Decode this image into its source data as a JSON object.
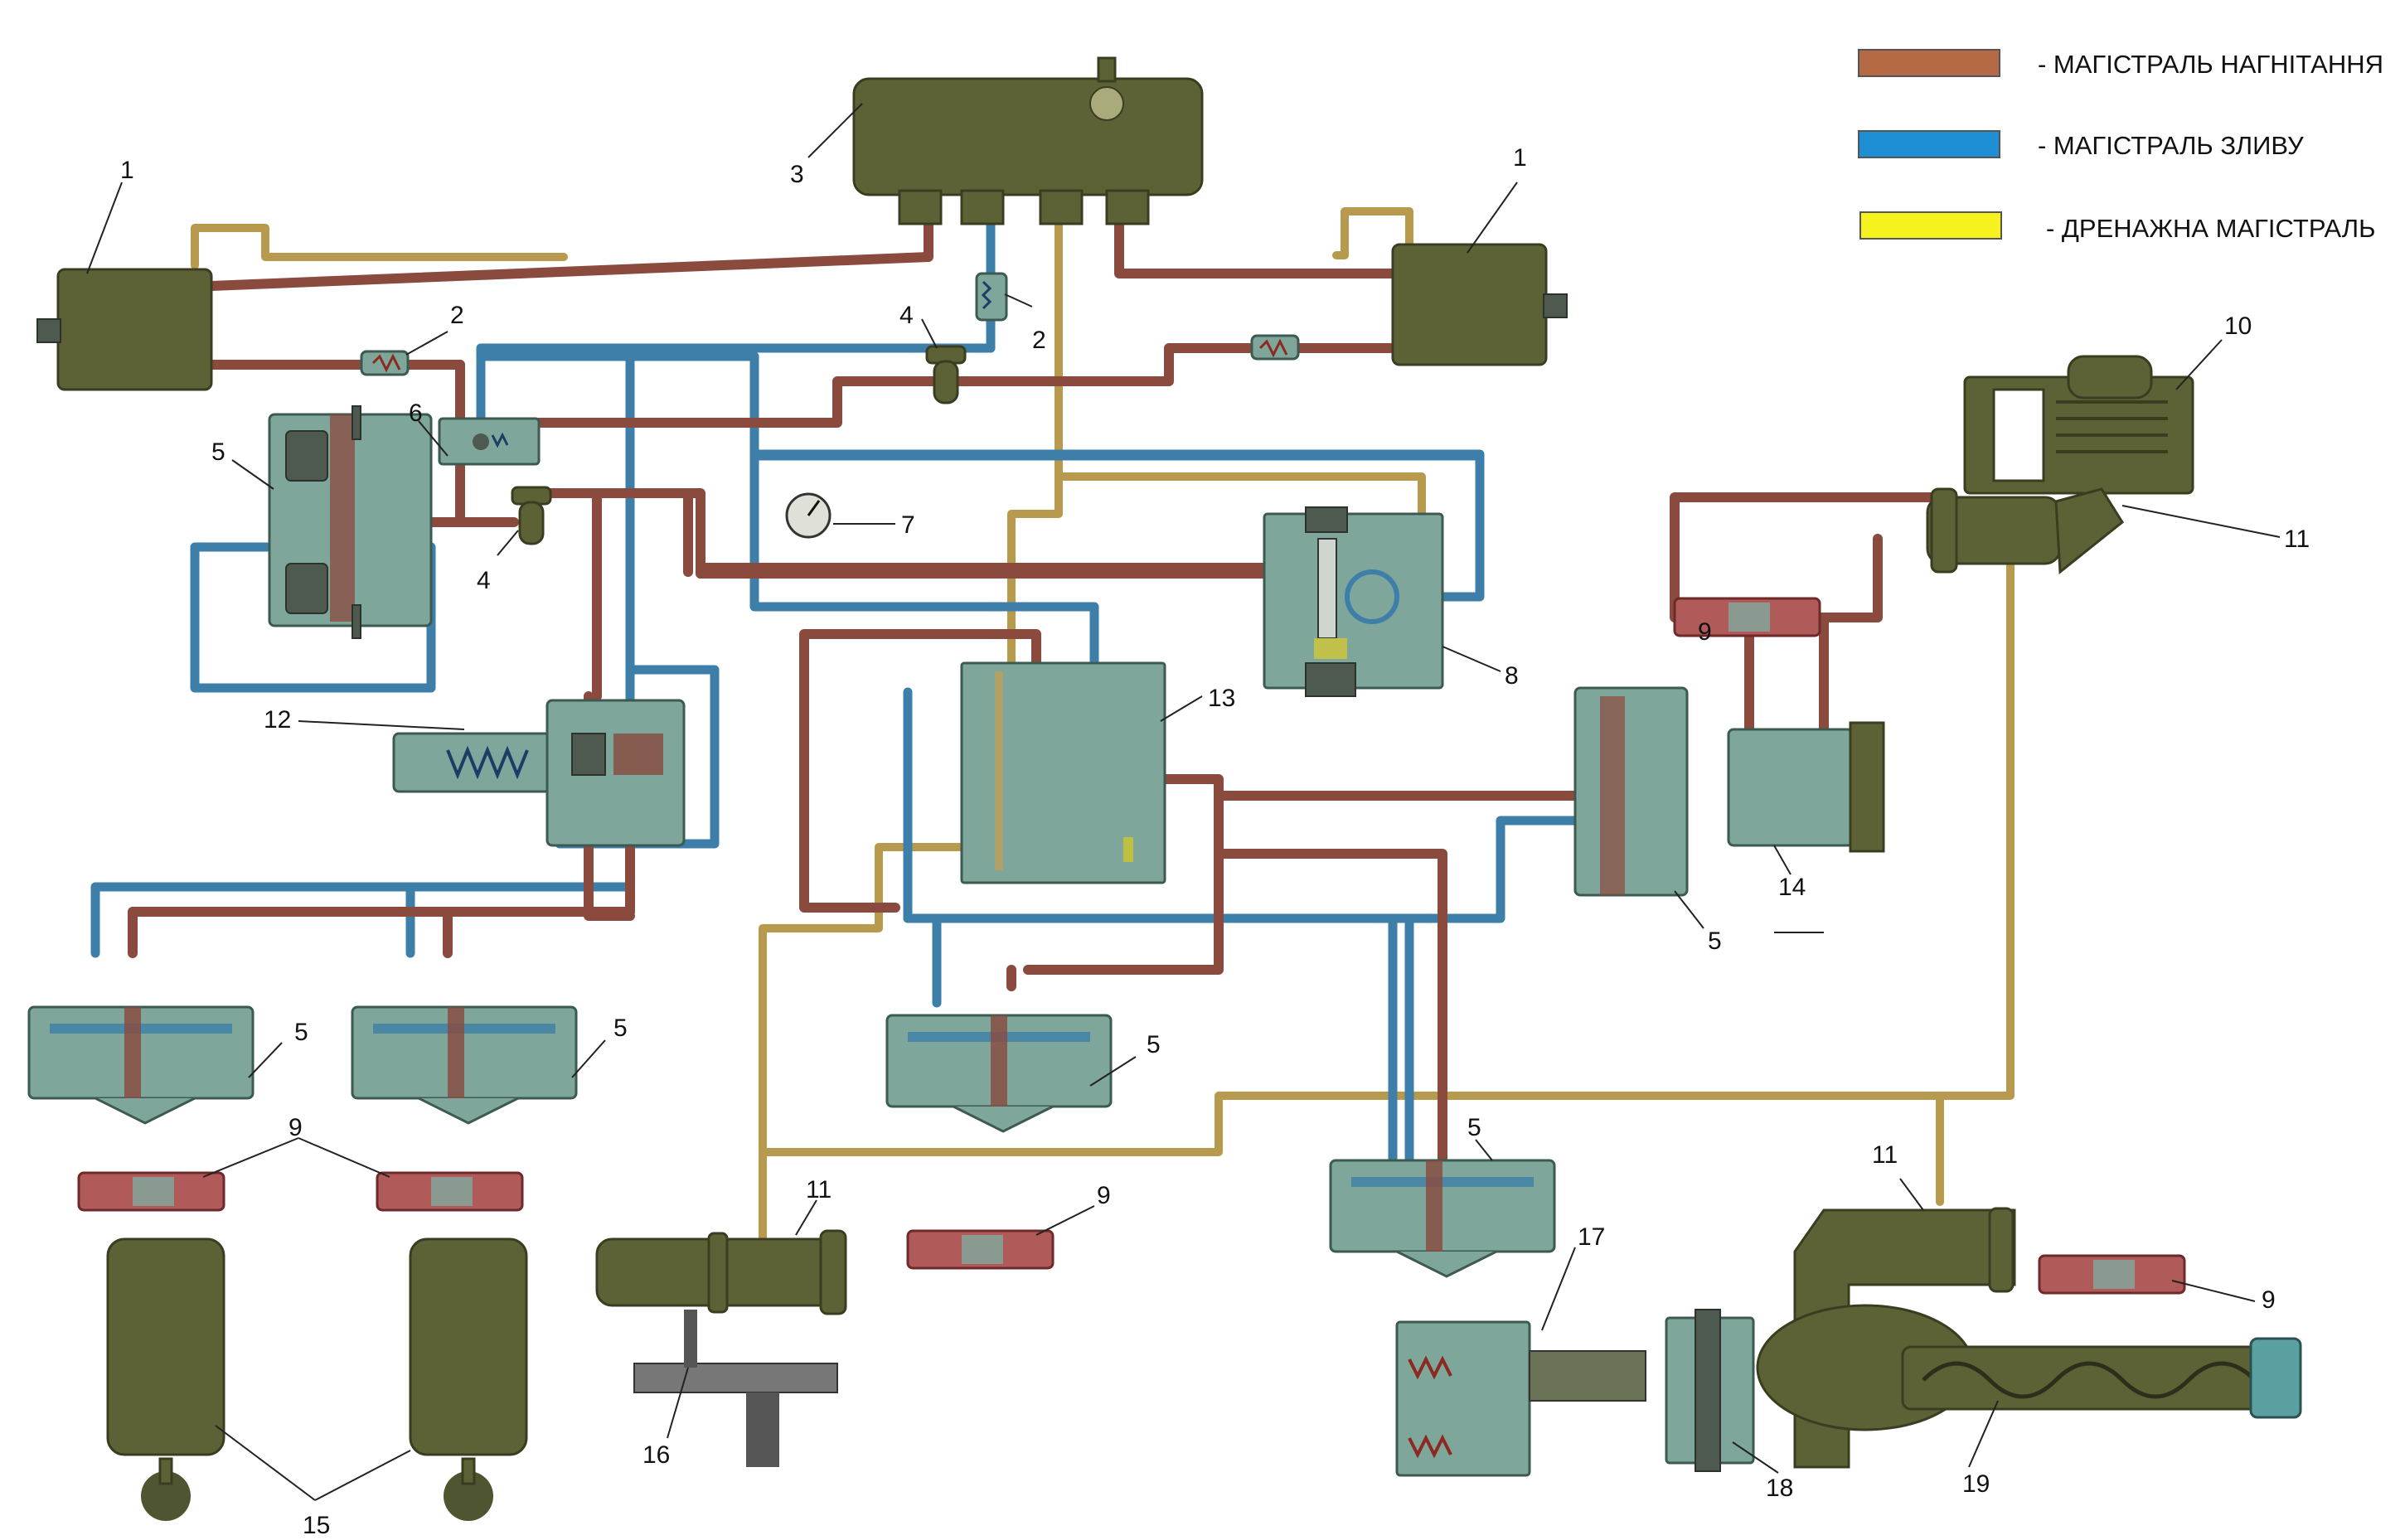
{
  "legend": {
    "items": [
      {
        "label": "- МАГІСТРАЛЬ НАГНІТАННЯ",
        "color": "#b56a45"
      },
      {
        "label": "- МАГІСТРАЛЬ ЗЛИВУ",
        "color": "#1e8fd5"
      },
      {
        "label": "- ДРЕНАЖНА  МАГІСТРАЛЬ",
        "color": "#f5f21e"
      }
    ]
  },
  "colors": {
    "pressure_line": "#8a4a3d",
    "drain_line": "#3d7fa8",
    "leakage_line": "#b89a4e",
    "component_olive": "#5d6236",
    "component_box": "#7fa69a"
  },
  "labels": {
    "l1a": "1",
    "l1b": "1",
    "l2a": "2",
    "l2b": "2",
    "l3": "3",
    "l4a": "4",
    "l4b": "4",
    "l5a": "5",
    "l5b": "5",
    "l5c": "5",
    "l5d": "5",
    "l5e": "5",
    "l5f": "5",
    "l6": "6",
    "l7": "7",
    "l8": "8",
    "l9a": "9",
    "l9b": "9",
    "l9c": "9",
    "l9d": "9",
    "l10": "10",
    "l11a": "11",
    "l11b": "11",
    "l11c": "11",
    "l12": "12",
    "l13": "13",
    "l14": "14",
    "l15": "15",
    "l16": "16",
    "l17": "17",
    "l18": "18",
    "l19": "19"
  }
}
